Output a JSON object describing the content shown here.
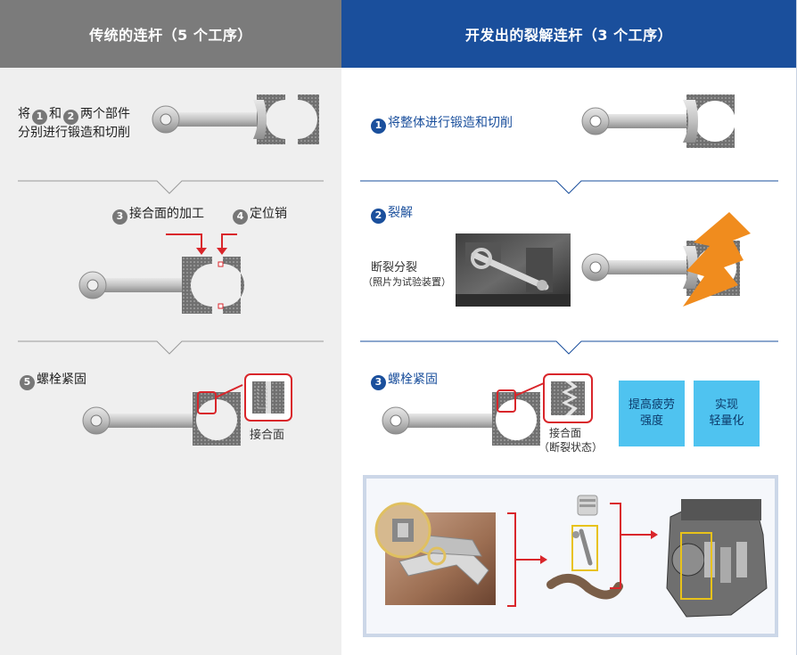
{
  "header": {
    "left_title": "传统的连杆（5 个工序）",
    "right_title": "开发出的裂解连杆（3 个工序）"
  },
  "left": {
    "step1": {
      "text_a": "将",
      "num1": "1",
      "text_b": "和",
      "num2": "2",
      "text_c": "两个部件",
      "line2": "分别进行锻造和切削"
    },
    "step34": {
      "num3": "3",
      "label3": "接合面的加工",
      "num4": "4",
      "label4": "定位销"
    },
    "step5": {
      "num": "5",
      "label": "螺栓紧固",
      "zoom_label": "接合面"
    }
  },
  "right": {
    "step1": {
      "num": "1",
      "label": "将整体进行锻造和切削"
    },
    "step2": {
      "num": "2",
      "label": "裂解",
      "photo_caption_1": "断裂分裂",
      "photo_caption_2": "（照片为试验装置）"
    },
    "step3": {
      "num": "3",
      "label": "螺栓紧固",
      "zoom_label_1": "接合面",
      "zoom_label_2": "（断裂状态）"
    },
    "benefits": [
      {
        "line1": "提高疲劳",
        "line2": "强度"
      },
      {
        "line1": "实现",
        "line2": "轻量化"
      }
    ]
  },
  "colors": {
    "accent_blue": "#1a4f9c",
    "header_gray": "#7b7b7b",
    "red": "#d9262b",
    "orange": "#f08c1e",
    "badge": "#4fc3f0"
  }
}
